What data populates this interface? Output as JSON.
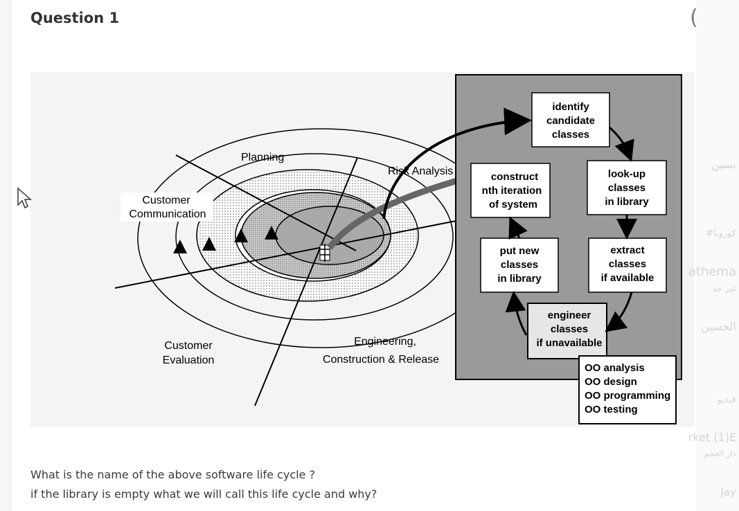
{
  "question": {
    "title": "Question 1",
    "line1": "What is the name of the above software life cycle ?",
    "line2": "if the library is empty what we will call this life cycle and why?"
  },
  "diagram": {
    "spiral_labels": {
      "planning": "Planning",
      "risk_analysis": "Risk Analysis",
      "customer_communication_1": "Customer",
      "customer_communication_2": "Communication",
      "customer_evaluation_1": "Customer",
      "customer_evaluation_2": "Evaluation",
      "engineering_1": "Engineering,",
      "engineering_2": "Construction & Release"
    },
    "boxes": {
      "identify": [
        "identify",
        "candidate",
        "classes"
      ],
      "lookup": [
        "look-up",
        "classes",
        "in library"
      ],
      "extract": [
        "extract",
        "classes",
        "if available"
      ],
      "engineer": [
        "engineer",
        "classes",
        "if unavailable"
      ],
      "put_new": [
        "put new",
        "classes",
        "in library"
      ],
      "construct": [
        "construct",
        "nth iteration",
        "of system"
      ],
      "oo": [
        "OO analysis",
        "OO design",
        "OO programming",
        "OO testing"
      ]
    },
    "colors": {
      "panel": "#9a9a9a",
      "box": "#ffffff",
      "ink": "#000000"
    }
  },
  "sidebar": {
    "items": [
      "نسين",
      "#كورونا",
      "athema",
      "غير جه",
      "الحسين",
      "فيديو",
      "rket (1)E",
      "دار العجم",
      "Jay"
    ]
  },
  "icons": {
    "cursor": "mouse-pointer-icon",
    "paren": "circle-control-icon"
  }
}
